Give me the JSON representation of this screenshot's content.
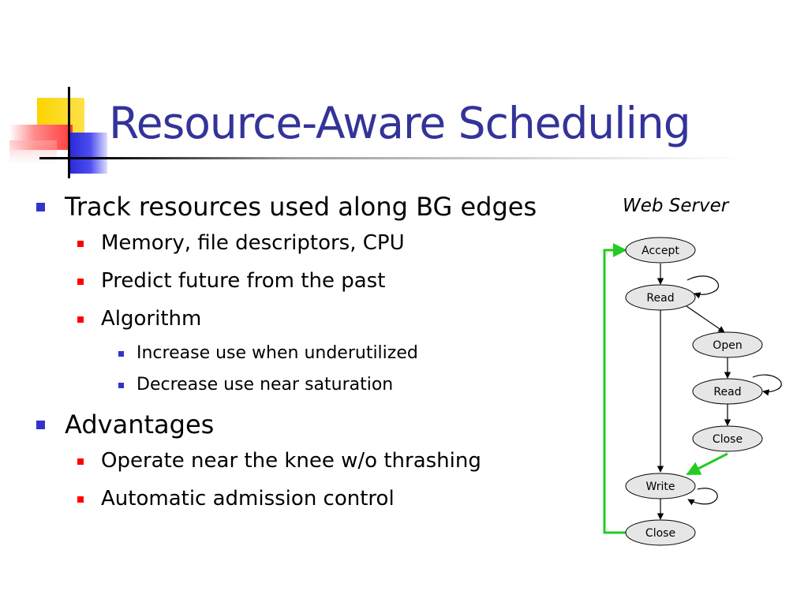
{
  "slide": {
    "title": "Resource-Aware Scheduling",
    "bullets": [
      {
        "text": "Track resources used along BG edges",
        "children": [
          {
            "text": "Memory, file descriptors, CPU"
          },
          {
            "text": "Predict future from the past"
          },
          {
            "text": "Algorithm",
            "children": [
              {
                "text": "Increase use when underutilized"
              },
              {
                "text": "Decrease use near saturation"
              }
            ]
          }
        ]
      },
      {
        "text": "Advantages",
        "children": [
          {
            "text": "Operate near the knee w/o thrashing"
          },
          {
            "text": "Automatic admission control"
          }
        ]
      }
    ]
  },
  "diagram": {
    "caption": "Web Server",
    "nodes": [
      {
        "id": "accept",
        "label": "Accept"
      },
      {
        "id": "read1",
        "label": "Read"
      },
      {
        "id": "open",
        "label": "Open"
      },
      {
        "id": "read2",
        "label": "Read"
      },
      {
        "id": "close1",
        "label": "Close"
      },
      {
        "id": "write",
        "label": "Write"
      },
      {
        "id": "close2",
        "label": "Close"
      }
    ],
    "colors": {
      "node_fill": "#e6e6e6",
      "edge": "#000000",
      "highlight_edge": "#22cc22"
    }
  }
}
